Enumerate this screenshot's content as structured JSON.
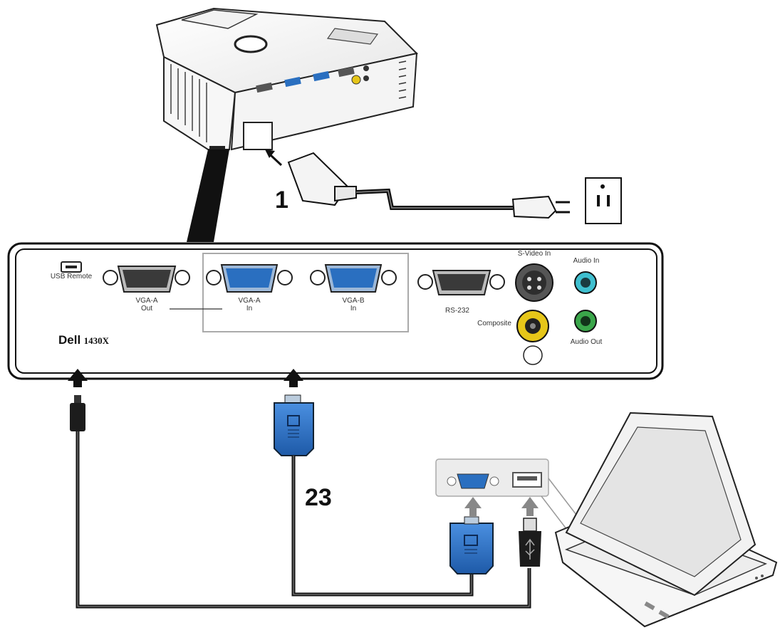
{
  "panel": {
    "brand": "Dell",
    "model": "1430X",
    "ports": {
      "usb_remote": "USB Remote",
      "vga_a_out": [
        "VGA-A",
        "Out"
      ],
      "vga_a_in": [
        "VGA-A",
        "In"
      ],
      "vga_b_in": [
        "VGA-B",
        "In"
      ],
      "rs232": "RS-232",
      "svideo_in": "S-Video In",
      "audio_in": "Audio In",
      "composite": "Composite",
      "audio_out": "Audio Out"
    }
  },
  "steps": {
    "power": "1",
    "cables": "23"
  },
  "colors": {
    "vga_blue": "#2a6fc0",
    "audio_in_cyan": "#3fbfcf",
    "audio_out_green": "#3aa64a",
    "composite_yellow": "#e6c619"
  }
}
